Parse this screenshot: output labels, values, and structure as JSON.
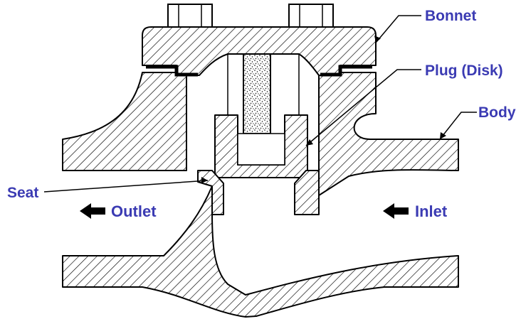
{
  "labels": {
    "bonnet": "Bonnet",
    "plug": "Plug (Disk)",
    "body": "Body",
    "seat": "Seat",
    "outlet": "Outlet",
    "inlet": "Inlet"
  },
  "colors": {
    "label_text": "#3b3bb3",
    "line": "#000000",
    "background": "#ffffff"
  },
  "icons": {
    "outlet_arrow": "arrow-left-icon",
    "inlet_arrow": "arrow-left-icon"
  }
}
